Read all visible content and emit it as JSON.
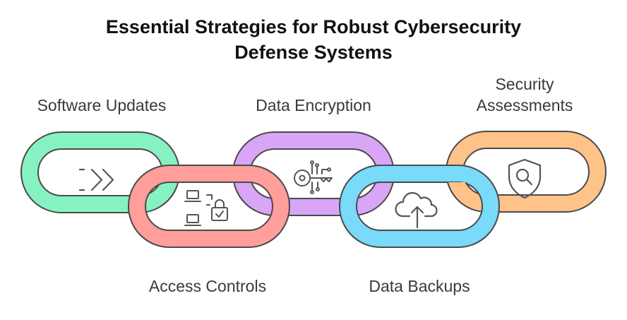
{
  "title": {
    "line1": "Essential Strategies for Robust Cybersecurity",
    "line2": "Defense Systems"
  },
  "links": [
    {
      "label": "Software Updates",
      "color": "#86f2c2",
      "icon": "double-chevron-right-icon"
    },
    {
      "label": "Access Controls",
      "color": "#ff9e9a",
      "icon": "locked-devices-icon"
    },
    {
      "label": "Data Encryption",
      "color": "#d9a6f7",
      "icon": "circuit-key-icon"
    },
    {
      "label": "Data Backups",
      "color": "#79dafa",
      "icon": "cloud-upload-icon"
    },
    {
      "label_line1": "Security",
      "label_line2": "Assessments",
      "color": "#ffc38a",
      "icon": "shield-search-icon"
    }
  ]
}
